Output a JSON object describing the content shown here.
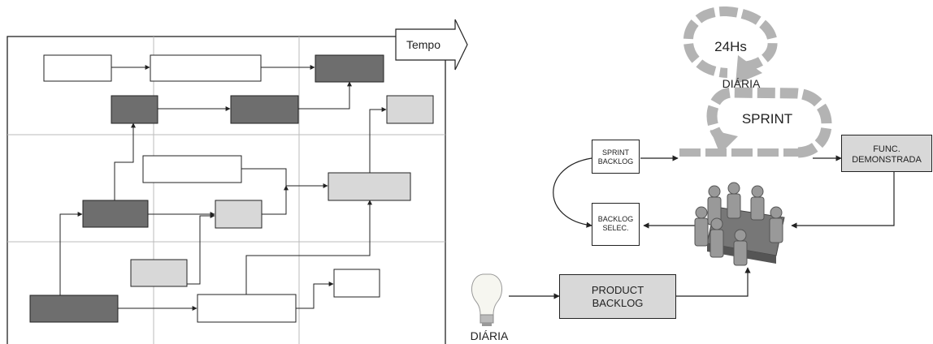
{
  "left_diagram": {
    "time_arrow_label": "Tempo"
  },
  "right_diagram": {
    "daily_cycle_label": "24Hs",
    "daily_label": "DIÁRIA",
    "sprint_label": "SPRINT",
    "sprint_backlog": [
      "SPRINT",
      "BACKLOG"
    ],
    "selected_backlog": [
      "BACKLOG",
      "SELEC."
    ],
    "product_backlog": [
      "PRODUCT",
      "BACKLOG"
    ],
    "demonstrated": [
      "FUNC.",
      "DEMONSTRADA"
    ],
    "idea_label": "DIÁRIA"
  },
  "colors": {
    "dark_box": "#6e6e6e",
    "light_box": "#d8d8d8",
    "loop_gray": "#b3b3b3",
    "line": "#222222"
  },
  "icons": [
    "light-bulb-icon",
    "team-meeting-icon"
  ]
}
